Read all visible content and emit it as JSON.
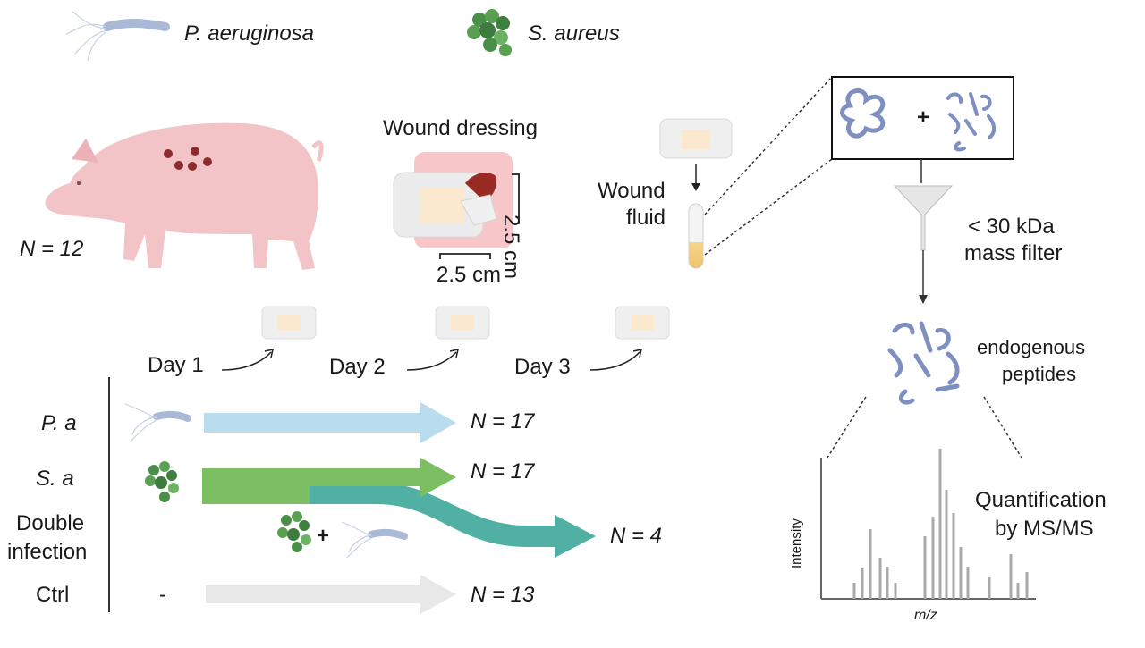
{
  "legend": {
    "pa_name": "P. aeruginosa",
    "sa_name": "S. aureus"
  },
  "pig": {
    "n_label": "N = 12"
  },
  "dressing": {
    "title": "Wound dressing",
    "dim_vertical": "2.5 cm",
    "dim_horizontal": "2.5 cm"
  },
  "fluid": {
    "label_line1": "Wound",
    "label_line2": "fluid"
  },
  "filter": {
    "line1": "< 30 kDa",
    "line2": "mass filter"
  },
  "peptides": {
    "line1": "endogenous",
    "line2": "peptides"
  },
  "days": [
    "Day 1",
    "Day 2",
    "Day 3"
  ],
  "groups": [
    {
      "label": "P. a",
      "n": "N = 17",
      "color": "#b9dcef"
    },
    {
      "label": "S. a",
      "n": "N = 17",
      "color": "#7cbf63"
    },
    {
      "label_line1": "Double",
      "label_line2": "infection",
      "plus": "+",
      "n": "N = 4",
      "color": "#4fb0a3"
    },
    {
      "label": "Ctrl",
      "dash": "-",
      "n": "N = 13",
      "color": "#e6e6e6"
    }
  ],
  "spectrum": {
    "ylabel": "Intensity",
    "xlabel": "m/z",
    "caption_line1": "Quantification",
    "caption_line2": "by MS/MS"
  },
  "box": {
    "plus": "+"
  }
}
